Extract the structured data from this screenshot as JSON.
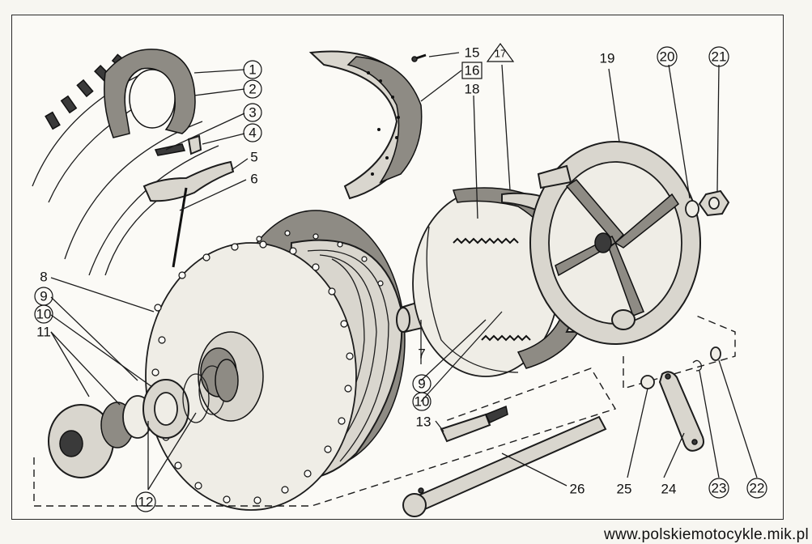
{
  "diagram": {
    "callouts": [
      {
        "id": "c1",
        "label": "1",
        "circled": true
      },
      {
        "id": "c2",
        "label": "2",
        "circled": true
      },
      {
        "id": "c3",
        "label": "3",
        "circled": true
      },
      {
        "id": "c4",
        "label": "4",
        "circled": true
      },
      {
        "id": "c5",
        "label": "5",
        "circled": false
      },
      {
        "id": "c6",
        "label": "6",
        "circled": false
      },
      {
        "id": "c7",
        "label": "7",
        "circled": false
      },
      {
        "id": "c8",
        "label": "8",
        "circled": false
      },
      {
        "id": "c9a",
        "label": "9",
        "circled": true
      },
      {
        "id": "c10a",
        "label": "10",
        "circled": true
      },
      {
        "id": "c11",
        "label": "11",
        "circled": false
      },
      {
        "id": "c12",
        "label": "12",
        "circled": true
      },
      {
        "id": "c9b",
        "label": "9",
        "circled": true
      },
      {
        "id": "c10b",
        "label": "10",
        "circled": true
      },
      {
        "id": "c13",
        "label": "13",
        "circled": false
      },
      {
        "id": "c15",
        "label": "15",
        "circled": false
      },
      {
        "id": "c16",
        "label": "16",
        "circled": false,
        "boxed": true
      },
      {
        "id": "c17",
        "label": "17",
        "circled": false,
        "triangle": true
      },
      {
        "id": "c18",
        "label": "18",
        "circled": false
      },
      {
        "id": "c19",
        "label": "19",
        "circled": false
      },
      {
        "id": "c20",
        "label": "20",
        "circled": true
      },
      {
        "id": "c21",
        "label": "21",
        "circled": true
      },
      {
        "id": "c22",
        "label": "22",
        "circled": true
      },
      {
        "id": "c23",
        "label": "23",
        "circled": true
      },
      {
        "id": "c24",
        "label": "24",
        "circled": false
      },
      {
        "id": "c25",
        "label": "25",
        "circled": false
      },
      {
        "id": "c26",
        "label": "26",
        "circled": false
      }
    ]
  },
  "watermark": "www.polskiemotocykle.mik.pl"
}
